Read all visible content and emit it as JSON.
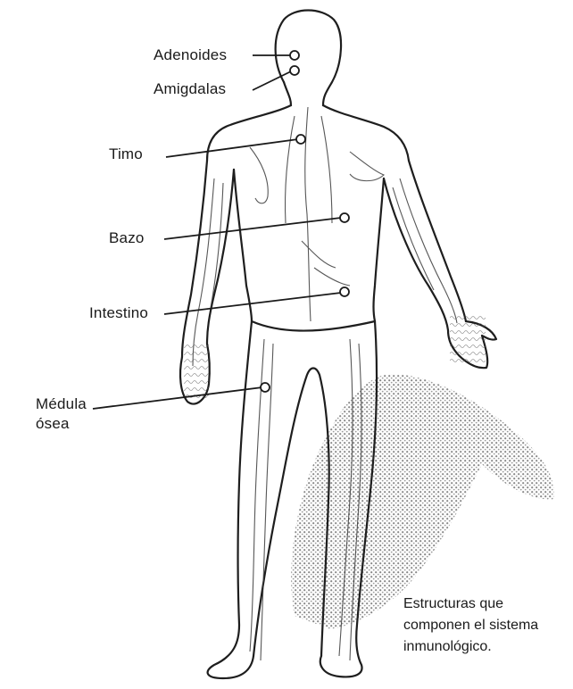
{
  "labels": {
    "adenoides": "Adenoides",
    "amigdalas": "Amigdalas",
    "timo": "Timo",
    "bazo": "Bazo",
    "intestino": "Intestino",
    "medula_line1": "Médula",
    "medula_line2": "ósea"
  },
  "caption": {
    "line1": "Estructuras que",
    "line2": "componen el sistema",
    "line3": "inmunológico."
  },
  "colors": {
    "ink": "#1a1a1a",
    "shadow": "#8c8c8c"
  }
}
